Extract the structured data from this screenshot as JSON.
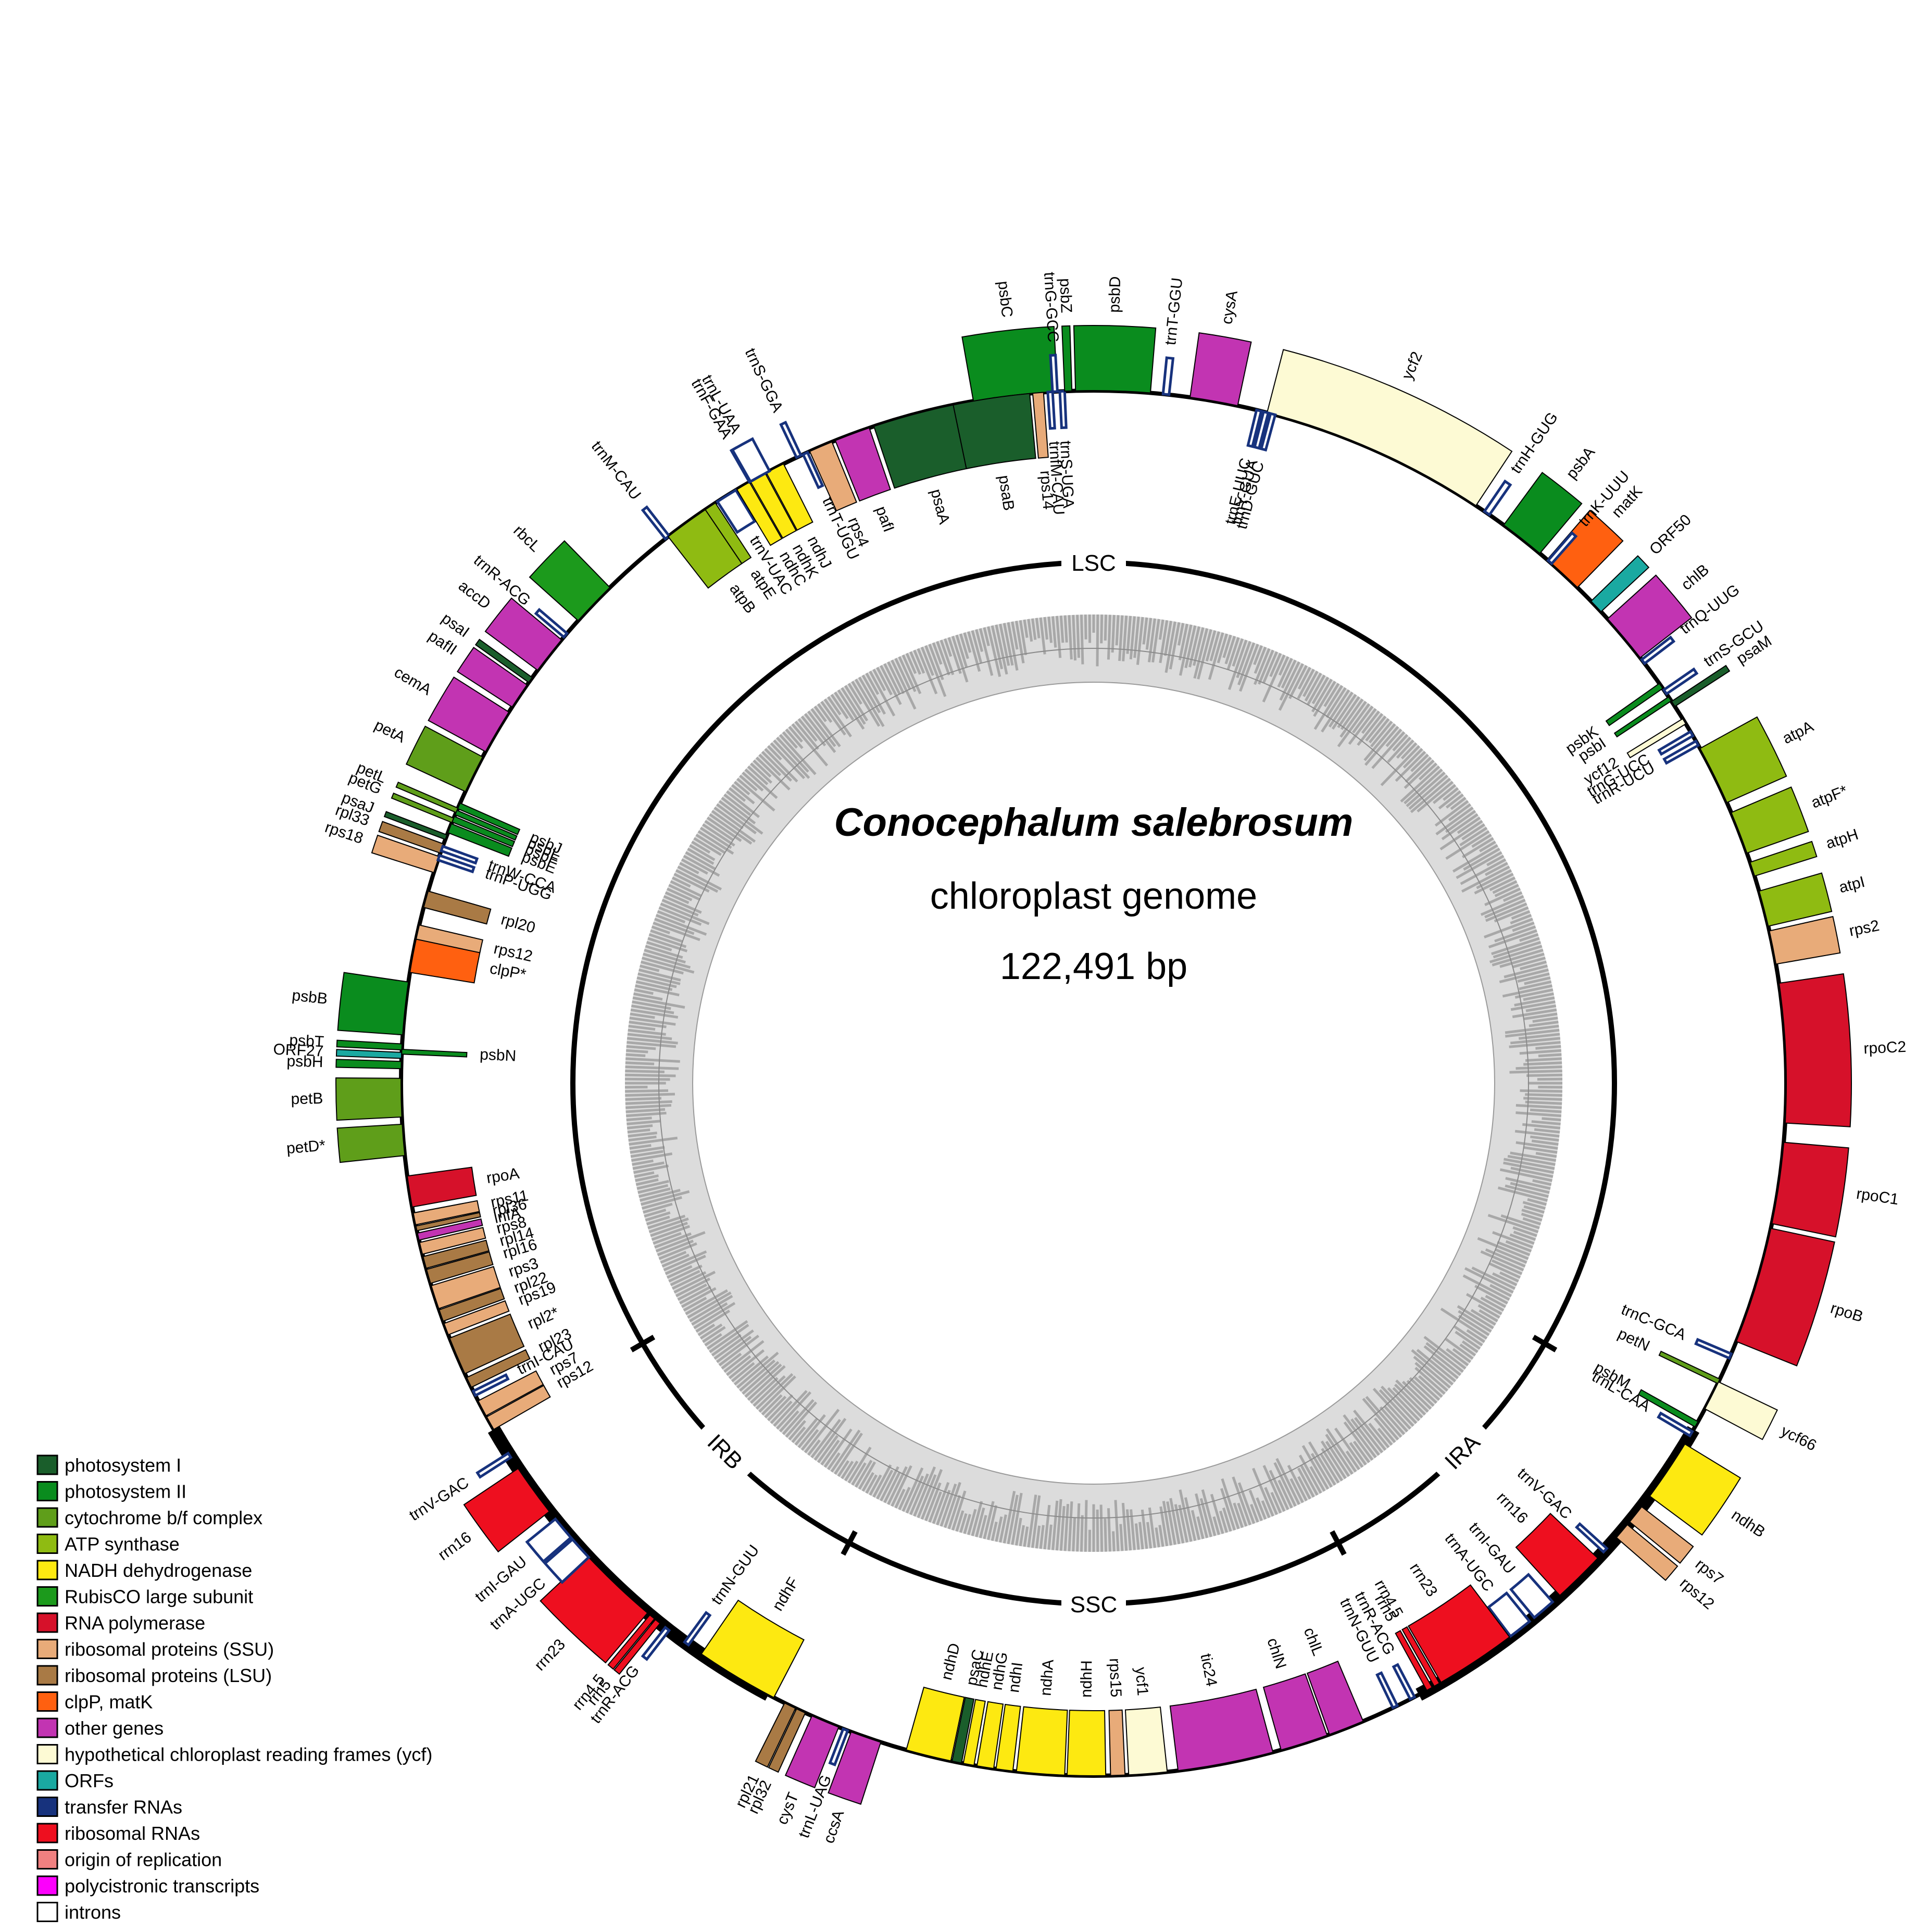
{
  "title": {
    "species": "Conocephalum salebrosum",
    "subtitle": "chloroplast genome",
    "size": "122,491 bp"
  },
  "regions": [
    "LSC",
    "IRB",
    "SSC",
    "IRA"
  ],
  "legend": [
    {
      "label": "photosystem I",
      "color": "#1a5e2b"
    },
    {
      "label": "photosystem II",
      "color": "#0a8c1e"
    },
    {
      "label": "cytochrome b/f complex",
      "color": "#5f9e1a"
    },
    {
      "label": "ATP synthase",
      "color": "#8fbb12"
    },
    {
      "label": "NADH dehydrogenase",
      "color": "#fde911"
    },
    {
      "label": "RubisCO large subunit",
      "color": "#1c9a1c"
    },
    {
      "label": "RNA polymerase",
      "color": "#d6112a"
    },
    {
      "label": "ribosomal proteins (SSU)",
      "color": "#e8ab79"
    },
    {
      "label": "ribosomal proteins (LSU)",
      "color": "#a97a45"
    },
    {
      "label": "clpP, matK",
      "color": "#ff6010"
    },
    {
      "label": "other genes",
      "color": "#c234b2"
    },
    {
      "label": "hypothetical chloroplast reading frames (ycf)",
      "color": "#fdfad4"
    },
    {
      "label": "ORFs",
      "color": "#1aa9a1"
    },
    {
      "label": "transfer RNAs",
      "color": "#17327d"
    },
    {
      "label": "ribosomal RNAs",
      "color": "#ee0f1f"
    },
    {
      "label": "origin of replication",
      "color": "#f08080"
    },
    {
      "label": "polycistronic transcripts",
      "color": "#fc00fc"
    },
    {
      "label": "introns",
      "color": "#ffffff"
    }
  ],
  "genes": [
    {
      "name": "psbC",
      "a": 353.5,
      "w": 7.0,
      "cat": 1,
      "out": true
    },
    {
      "name": "psbD",
      "a": 1.6,
      "w": 6.2,
      "cat": 1,
      "out": true
    },
    {
      "name": "trnT-GGU",
      "a": 6.0,
      "w": 0.5,
      "cat": 13,
      "out": true
    },
    {
      "name": "cysA",
      "a": 10.0,
      "w": 4.0,
      "cat": 10,
      "out": true
    },
    {
      "name": "ycf2",
      "a": 24.0,
      "w": 19.0,
      "cat": 11,
      "out": true
    },
    {
      "name": "trnE-UUC",
      "a": 13.8,
      "w": 0.4,
      "cat": 13,
      "out": false
    },
    {
      "name": "trnY-GUA",
      "a": 14.4,
      "w": 0.4,
      "cat": 13,
      "out": false
    },
    {
      "name": "trnD-GUC",
      "a": 15.0,
      "w": 0.4,
      "cat": 13,
      "out": false
    },
    {
      "name": "trnH-GUG",
      "a": 34.6,
      "w": 0.5,
      "cat": 13,
      "out": true
    },
    {
      "name": "psbA",
      "a": 38.2,
      "w": 3.8,
      "cat": 1,
      "out": true
    },
    {
      "name": "matK",
      "a": 42.6,
      "w": 3.4,
      "cat": 9,
      "out": true
    },
    {
      "name": "trnK-UUU",
      "a": 41.2,
      "w": 0.4,
      "cat": 13,
      "out": true
    },
    {
      "name": "ORF50",
      "a": 46.5,
      "w": 1.2,
      "cat": 12,
      "out": true
    },
    {
      "name": "chlB",
      "a": 50.0,
      "w": 4.2,
      "cat": 10,
      "out": true
    },
    {
      "name": "trnQ-UUG",
      "a": 52.5,
      "w": 0.4,
      "cat": 13,
      "out": true
    },
    {
      "name": "trnS-GCU",
      "a": 55.6,
      "w": 0.4,
      "cat": 13,
      "out": true
    },
    {
      "name": "psaM",
      "a": 56.8,
      "w": 0.5,
      "cat": 0,
      "out": true
    },
    {
      "name": "psbK",
      "a": 55.0,
      "w": 0.5,
      "cat": 1,
      "out": false
    },
    {
      "name": "psbI",
      "a": 56.3,
      "w": 0.4,
      "cat": 1,
      "out": false
    },
    {
      "name": "ycf12",
      "a": 58.5,
      "w": 0.5,
      "cat": 11,
      "out": false
    },
    {
      "name": "trnG-UCC",
      "a": 59.7,
      "w": 0.4,
      "cat": 13,
      "out": false
    },
    {
      "name": "trnR-UCU",
      "a": 60.6,
      "w": 0.4,
      "cat": 13,
      "out": false
    },
    {
      "name": "atpA",
      "a": 63.6,
      "w": 5.0,
      "cat": 3,
      "out": true
    },
    {
      "name": "atpF*",
      "a": 68.8,
      "w": 3.6,
      "cat": 3,
      "out": true
    },
    {
      "name": "atpH",
      "a": 72.0,
      "w": 1.2,
      "cat": 3,
      "out": true
    },
    {
      "name": "atpI",
      "a": 75.4,
      "w": 3.0,
      "cat": 3,
      "out": true
    },
    {
      "name": "rps2",
      "a": 78.7,
      "w": 2.8,
      "cat": 7,
      "out": true
    },
    {
      "name": "rpoC2",
      "a": 87.5,
      "w": 11.6,
      "cat": 6,
      "out": true
    },
    {
      "name": "rpoC1",
      "a": 98.3,
      "w": 6.8,
      "cat": 6,
      "out": true
    },
    {
      "name": "rpoB",
      "a": 107.0,
      "w": 9.8,
      "cat": 6,
      "out": true
    },
    {
      "name": "trnC-GCA",
      "a": 113.2,
      "w": 0.4,
      "cat": 13,
      "out": false
    },
    {
      "name": "petN",
      "a": 115.5,
      "w": 0.4,
      "cat": 2,
      "out": false
    },
    {
      "name": "ycf66",
      "a": 116.8,
      "w": 2.5,
      "cat": 11,
      "out": true
    },
    {
      "name": "psbM",
      "a": 119.5,
      "w": 0.5,
      "cat": 1,
      "out": false
    },
    {
      "name": "trnL-CAA",
      "a": 120.4,
      "w": 0.4,
      "cat": 13,
      "out": false
    },
    {
      "name": "ndhB",
      "a": 124.0,
      "w": 5.2,
      "cat": 4,
      "out": true
    },
    {
      "name": "rps7",
      "a": 128.5,
      "w": 1.6,
      "cat": 7,
      "out": true
    },
    {
      "name": "rps12",
      "a": 130.3,
      "w": 1.4,
      "cat": 7,
      "out": true
    },
    {
      "name": "trnV-GAC",
      "a": 132.4,
      "w": 0.4,
      "cat": 13,
      "out": false
    },
    {
      "name": "rrn16",
      "a": 135.5,
      "w": 4.4,
      "cat": 14,
      "out": false
    },
    {
      "name": "trnI-GAU",
      "a": 139.5,
      "w": 2.0,
      "cat": 13,
      "out": false
    },
    {
      "name": "trnA-UGC",
      "a": 142.0,
      "w": 2.0,
      "cat": 13,
      "out": false
    },
    {
      "name": "rrn23",
      "a": 146.5,
      "w": 6.8,
      "cat": 14,
      "out": false
    },
    {
      "name": "rrn4.5",
      "a": 150.3,
      "w": 0.5,
      "cat": 14,
      "out": false
    },
    {
      "name": "rrn5",
      "a": 151.0,
      "w": 0.5,
      "cat": 14,
      "out": false
    },
    {
      "name": "trnR-ACG",
      "a": 152.6,
      "w": 0.4,
      "cat": 13,
      "out": false
    },
    {
      "name": "trnN-GUU",
      "a": 154.2,
      "w": 0.4,
      "cat": 13,
      "out": false
    },
    {
      "name": "chlL",
      "a": 158.6,
      "w": 3.0,
      "cat": 10,
      "out": false
    },
    {
      "name": "chlN",
      "a": 162.3,
      "w": 4.0,
      "cat": 10,
      "out": false
    },
    {
      "name": "tic24",
      "a": 169.0,
      "w": 8.0,
      "cat": 10,
      "out": false
    },
    {
      "name": "ycf1",
      "a": 175.5,
      "w": 3.2,
      "cat": 11,
      "out": false
    },
    {
      "name": "rps15",
      "a": 178.0,
      "w": 1.2,
      "cat": 7,
      "out": false
    },
    {
      "name": "ndhH",
      "a": 180.6,
      "w": 3.2,
      "cat": 4,
      "out": false
    },
    {
      "name": "ndhA",
      "a": 184.4,
      "w": 4.0,
      "cat": 4,
      "out": false
    },
    {
      "name": "ndhI",
      "a": 187.4,
      "w": 1.4,
      "cat": 4,
      "out": false
    },
    {
      "name": "ndhG",
      "a": 189.0,
      "w": 1.4,
      "cat": 4,
      "out": false
    },
    {
      "name": "ndhE",
      "a": 190.4,
      "w": 0.9,
      "cat": 4,
      "out": false
    },
    {
      "name": "psaC",
      "a": 191.4,
      "w": 0.8,
      "cat": 0,
      "out": false
    },
    {
      "name": "ndhD",
      "a": 193.8,
      "w": 3.8,
      "cat": 4,
      "out": false
    },
    {
      "name": "ccsA",
      "a": 199.2,
      "w": 2.6,
      "cat": 10,
      "out": true
    },
    {
      "name": "trnL-UAG",
      "a": 201.0,
      "w": 0.4,
      "cat": 13,
      "out": true
    },
    {
      "name": "cysT",
      "a": 202.8,
      "w": 2.4,
      "cat": 10,
      "out": true
    },
    {
      "name": "rpl32",
      "a": 205.0,
      "w": 0.8,
      "cat": 8,
      "out": true
    },
    {
      "name": "rpl21",
      "a": 206.0,
      "w": 1.0,
      "cat": 8,
      "out": true
    },
    {
      "name": "ndhF",
      "a": 211.0,
      "w": 7.0,
      "cat": 4,
      "out": false
    },
    {
      "name": "trnN-GUU",
      "a": 216.0,
      "w": 0.4,
      "cat": 13,
      "out": false
    },
    {
      "name": "trnR-ACG",
      "a": 218.0,
      "w": 0.4,
      "cat": 13,
      "out": true
    },
    {
      "name": "rrn5",
      "a": 219.0,
      "w": 0.5,
      "cat": 14,
      "out": true
    },
    {
      "name": "rrn4.5",
      "a": 219.6,
      "w": 0.5,
      "cat": 14,
      "out": true
    },
    {
      "name": "rrn23",
      "a": 223.5,
      "w": 6.8,
      "cat": 14,
      "out": true
    },
    {
      "name": "trnA-UGC",
      "a": 227.8,
      "w": 2.0,
      "cat": 13,
      "out": true
    },
    {
      "name": "trnI-GAU",
      "a": 230.0,
      "w": 2.0,
      "cat": 13,
      "out": true
    },
    {
      "name": "rrn16",
      "a": 234.0,
      "w": 4.4,
      "cat": 14,
      "out": true
    },
    {
      "name": "trnV-GAC",
      "a": 237.5,
      "w": 0.4,
      "cat": 13,
      "out": true
    },
    {
      "name": "rps12",
      "a": 240.6,
      "w": 1.2,
      "cat": 7,
      "out": false
    },
    {
      "name": "rps7",
      "a": 242.0,
      "w": 1.4,
      "cat": 7,
      "out": false
    },
    {
      "name": "trnI-CAU",
      "a": 243.4,
      "w": 0.4,
      "cat": 13,
      "out": false
    },
    {
      "name": "rpl23",
      "a": 244.4,
      "w": 0.9,
      "cat": 8,
      "out": false
    },
    {
      "name": "rpl2*",
      "a": 246.8,
      "w": 3.2,
      "cat": 8,
      "out": false
    },
    {
      "name": "rps19",
      "a": 249.2,
      "w": 1.0,
      "cat": 7,
      "out": false
    },
    {
      "name": "rpl22",
      "a": 250.4,
      "w": 1.0,
      "cat": 8,
      "out": false
    },
    {
      "name": "rps3",
      "a": 252.0,
      "w": 2.0,
      "cat": 7,
      "out": false
    },
    {
      "name": "rpl16",
      "a": 253.8,
      "w": 1.2,
      "cat": 8,
      "out": false
    },
    {
      "name": "rpl14",
      "a": 255.0,
      "w": 1.0,
      "cat": 8,
      "out": false
    },
    {
      "name": "rps8",
      "a": 256.2,
      "w": 1.0,
      "cat": 7,
      "out": false
    },
    {
      "name": "infA",
      "a": 257.2,
      "w": 0.6,
      "cat": 10,
      "out": false
    },
    {
      "name": "rpl36",
      "a": 257.9,
      "w": 0.4,
      "cat": 8,
      "out": false
    },
    {
      "name": "rps11",
      "a": 258.7,
      "w": 1.0,
      "cat": 7,
      "out": false
    },
    {
      "name": "rpoA",
      "a": 261.0,
      "w": 2.6,
      "cat": 6,
      "out": false
    },
    {
      "name": "petD*",
      "a": 265.3,
      "w": 2.6,
      "cat": 2,
      "out": true
    },
    {
      "name": "petB",
      "a": 268.8,
      "w": 3.2,
      "cat": 2,
      "out": true
    },
    {
      "name": "psbH",
      "a": 271.5,
      "w": 0.6,
      "cat": 1,
      "out": true
    },
    {
      "name": "ORF27",
      "a": 272.3,
      "w": 0.5,
      "cat": 12,
      "out": true
    },
    {
      "name": "psbT",
      "a": 273.0,
      "w": 0.5,
      "cat": 1,
      "out": true
    },
    {
      "name": "psbN",
      "a": 272.6,
      "w": 0.4,
      "cat": 1,
      "out": false
    },
    {
      "name": "psbB",
      "a": 276.2,
      "w": 4.4,
      "cat": 1,
      "out": true
    },
    {
      "name": "clpP*",
      "a": 280.7,
      "w": 3.0,
      "cat": 9,
      "out": false
    },
    {
      "name": "rps12",
      "a": 282.6,
      "w": 1.2,
      "cat": 7,
      "out": false
    },
    {
      "name": "rpl20",
      "a": 285.4,
      "w": 1.4,
      "cat": 8,
      "out": false
    },
    {
      "name": "rps18",
      "a": 288.4,
      "w": 1.4,
      "cat": 7,
      "out": true
    },
    {
      "name": "rpl33",
      "a": 289.8,
      "w": 0.8,
      "cat": 8,
      "out": true
    },
    {
      "name": "psaJ",
      "a": 290.8,
      "w": 0.4,
      "cat": 0,
      "out": true
    },
    {
      "name": "petG",
      "a": 292.3,
      "w": 0.4,
      "cat": 2,
      "out": true
    },
    {
      "name": "petL",
      "a": 293.2,
      "w": 0.4,
      "cat": 2,
      "out": true
    },
    {
      "name": "trnP-UGG",
      "a": 289.0,
      "w": 0.4,
      "cat": 13,
      "out": false
    },
    {
      "name": "trnW-CCA",
      "a": 289.8,
      "w": 0.4,
      "cat": 13,
      "out": false
    },
    {
      "name": "psbE",
      "a": 291.6,
      "w": 0.8,
      "cat": 1,
      "out": false
    },
    {
      "name": "psbF",
      "a": 292.4,
      "w": 0.5,
      "cat": 1,
      "out": false
    },
    {
      "name": "psbL",
      "a": 293.0,
      "w": 0.4,
      "cat": 1,
      "out": false
    },
    {
      "name": "psbJ",
      "a": 293.6,
      "w": 0.5,
      "cat": 1,
      "out": false
    },
    {
      "name": "petA",
      "a": 296.5,
      "w": 3.2,
      "cat": 2,
      "out": true
    },
    {
      "name": "cemA",
      "a": 300.5,
      "w": 3.8,
      "cat": 10,
      "out": true
    },
    {
      "name": "pafII",
      "a": 304.0,
      "w": 2.2,
      "cat": 10,
      "out": true
    },
    {
      "name": "psaI",
      "a": 305.6,
      "w": 0.5,
      "cat": 0,
      "out": true
    },
    {
      "name": "accD",
      "a": 308.2,
      "w": 3.2,
      "cat": 10,
      "out": true
    },
    {
      "name": "trnR-ACG",
      "a": 310.3,
      "w": 0.4,
      "cat": 13,
      "out": true
    },
    {
      "name": "rbcL",
      "a": 313.8,
      "w": 3.8,
      "cat": 5,
      "out": true
    },
    {
      "name": "trnM-CAU",
      "a": 322.0,
      "w": 0.4,
      "cat": 13,
      "out": true
    },
    {
      "name": "atpB",
      "a": 324.0,
      "w": 3.8,
      "cat": 3,
      "out": false
    },
    {
      "name": "atpE",
      "a": 326.4,
      "w": 1.0,
      "cat": 3,
      "out": false
    },
    {
      "name": "trnV-UAC",
      "a": 328.0,
      "w": 1.8,
      "cat": 13,
      "out": false
    },
    {
      "name": "ndhC",
      "a": 329.6,
      "w": 1.2,
      "cat": 4,
      "out": false
    },
    {
      "name": "ndhK",
      "a": 331.0,
      "w": 1.4,
      "cat": 4,
      "out": false
    },
    {
      "name": "ndhJ",
      "a": 332.6,
      "w": 1.6,
      "cat": 4,
      "out": false
    },
    {
      "name": "trnF-GAA",
      "a": 330.4,
      "w": 0.4,
      "cat": 13,
      "out": true
    },
    {
      "name": "trnL-UAA",
      "a": 331.2,
      "w": 1.8,
      "cat": 13,
      "out": true
    },
    {
      "name": "trnS-GGA",
      "a": 334.8,
      "w": 0.4,
      "cat": 13,
      "out": true
    },
    {
      "name": "trnT-UGU",
      "a": 335.4,
      "w": 0.4,
      "cat": 13,
      "out": false
    },
    {
      "name": "rps4",
      "a": 336.8,
      "w": 2.0,
      "cat": 7,
      "out": false
    },
    {
      "name": "pafI",
      "a": 339.6,
      "w": 3.0,
      "cat": 10,
      "out": false
    },
    {
      "name": "psaA",
      "a": 345.0,
      "w": 7.0,
      "cat": 0,
      "out": false
    },
    {
      "name": "psaB",
      "a": 351.5,
      "w": 6.4,
      "cat": 0,
      "out": false
    },
    {
      "name": "rps14",
      "a": 355.4,
      "w": 0.9,
      "cat": 7,
      "out": false
    },
    {
      "name": "trnfM-CAU",
      "a": 356.4,
      "w": 0.4,
      "cat": 13,
      "out": false
    },
    {
      "name": "trnS-UGA",
      "a": 357.4,
      "w": 0.4,
      "cat": 13,
      "out": false
    },
    {
      "name": "trnG-GCC",
      "a": 356.8,
      "w": 0.4,
      "cat": 13,
      "out": true
    },
    {
      "name": "psbZ",
      "a": 357.9,
      "w": 0.6,
      "cat": 1,
      "out": true
    }
  ]
}
